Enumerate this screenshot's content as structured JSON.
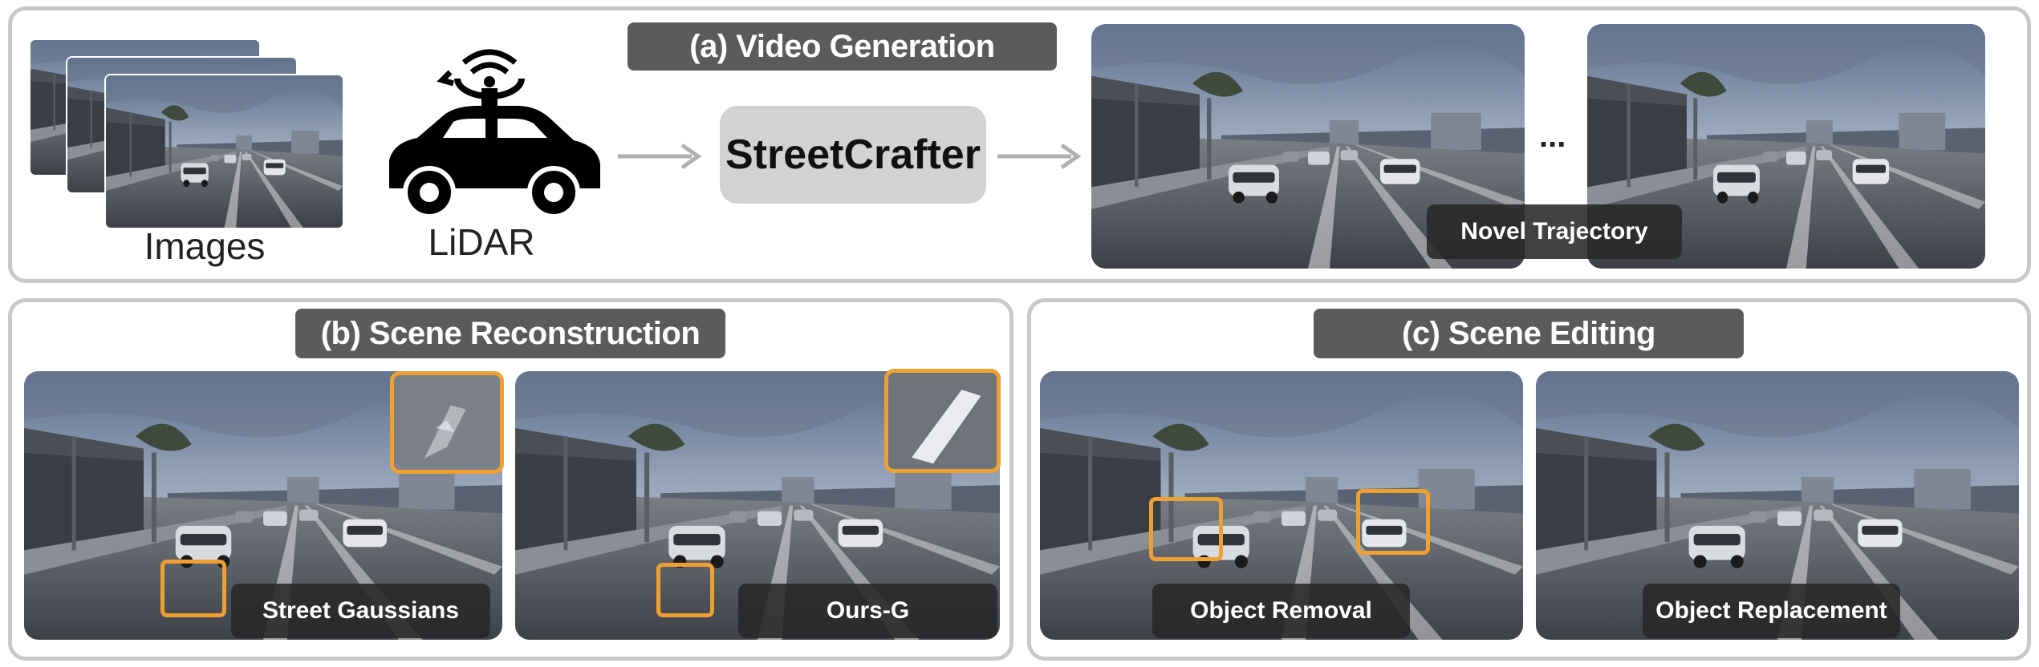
{
  "panel_a": {
    "title": "(a) Video Generation",
    "inputs": {
      "images_label": "Images",
      "lidar_label": "LiDAR"
    },
    "model_label": "StreetCrafter",
    "ellipsis": "...",
    "output_tag": "Novel Trajectory"
  },
  "panel_b": {
    "title": "(b) Scene Reconstruction",
    "left_tag": "Street Gaussians",
    "right_tag": "Ours-G"
  },
  "panel_c": {
    "title": "(c) Scene Editing",
    "left_tag": "Object Removal",
    "right_tag": "Object Replacement"
  },
  "colors": {
    "highlight": "#f0a030",
    "pill": "#5b5b5b",
    "border": "#c8c8c8",
    "model_box": "#d2d2d2"
  }
}
